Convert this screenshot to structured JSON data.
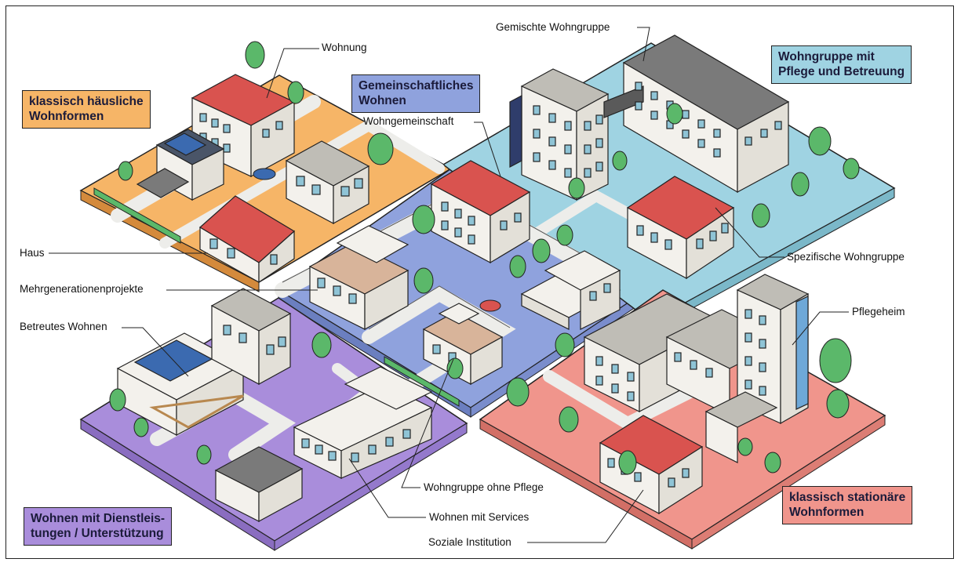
{
  "colors": {
    "classic_home": "#f6b567",
    "community": "#8fa2dd",
    "care_group": "#9fd3e2",
    "services": "#a98ddb",
    "stationary": "#f0958c",
    "road": "#ededea",
    "tree": "#5bb86a",
    "roof_red": "#d9534f",
    "wall": "#f3f1ec",
    "window": "#8fc4d6"
  },
  "categories": {
    "classic_home": {
      "line1": "klassisch häusliche",
      "line2": "Wohnformen"
    },
    "community": {
      "line1": "Gemeinschaftliches",
      "line2": "Wohnen"
    },
    "care_group": {
      "line1": "Wohngruppe mit",
      "line2": "Pflege und Betreuung"
    },
    "services": {
      "line1": "Wohnen mit Dienstleis-",
      "line2": "tungen / Unterstützung"
    },
    "stationary": {
      "line1": "klassisch stationäre",
      "line2": "Wohnformen"
    }
  },
  "labels": {
    "wohnung": "Wohnung",
    "gemischte": "Gemischte Wohngruppe",
    "wg": "Wohngemeinschaft",
    "haus": "Haus",
    "mehrgen": "Mehrgenerationenprojekte",
    "betreutes": "Betreutes Wohnen",
    "spezifische": "Spezifische Wohngruppe",
    "pflegeheim": "Pflegeheim",
    "ohne_pflege": "Wohngruppe ohne Pflege",
    "services": "Wohnen mit Services",
    "soziale": "Soziale Institution"
  }
}
